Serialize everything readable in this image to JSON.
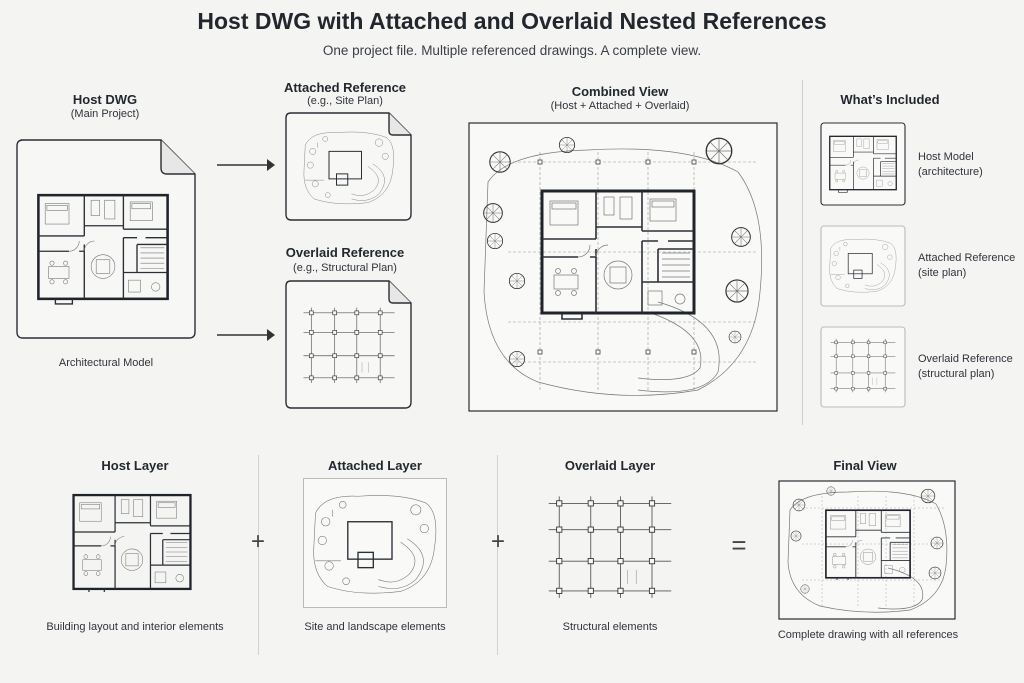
{
  "header": {
    "title": "Host DWG with Attached and Overlaid Nested References",
    "subtitle": "One project file. Multiple referenced drawings. A complete view."
  },
  "host": {
    "title": "Host DWG",
    "subtitle": "(Main Project)",
    "caption": "Architectural Model"
  },
  "attached": {
    "title": "Attached Reference",
    "subtitle": "(e.g., Site Plan)"
  },
  "overlaid": {
    "title": "Overlaid Reference",
    "subtitle": "(e.g., Structural Plan)"
  },
  "combined": {
    "title": "Combined View",
    "subtitle": "(Host + Attached + Overlaid)"
  },
  "included": {
    "title": "What’s Included",
    "items": [
      {
        "line1": "Host Model",
        "line2": "(architecture)"
      },
      {
        "line1": "Attached Reference",
        "line2": "(site plan)"
      },
      {
        "line1": "Overlaid Reference",
        "line2": "(structural plan)"
      }
    ]
  },
  "layers": [
    {
      "title": "Host Layer",
      "caption": "Building layout and interior elements"
    },
    {
      "title": "Attached Layer",
      "caption": "Site and landscape elements"
    },
    {
      "title": "Overlaid Layer",
      "caption": "Structural elements"
    },
    {
      "title": "Final View",
      "caption": "Complete drawing with all references"
    }
  ],
  "operators": {
    "plus": "+",
    "equals": "="
  }
}
